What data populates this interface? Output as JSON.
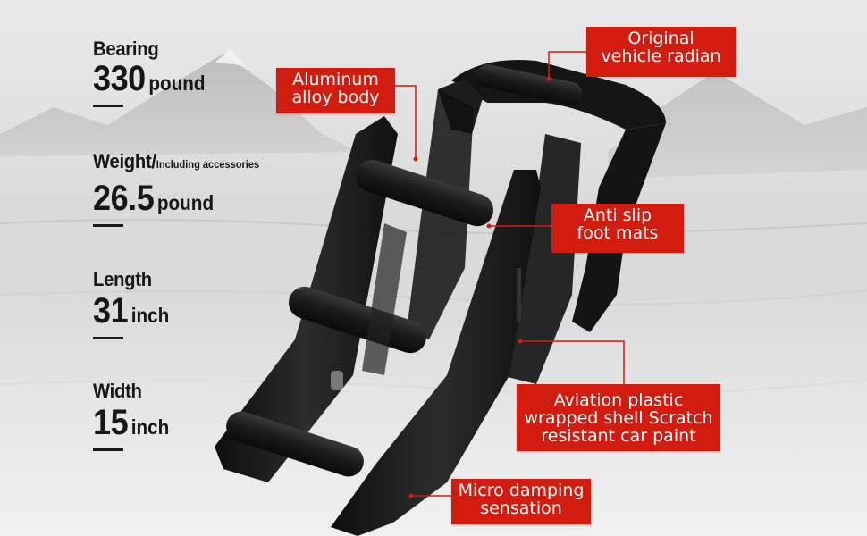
{
  "specs": [
    {
      "label": "Bearing",
      "label_small": "",
      "value": "330",
      "unit": "pound"
    },
    {
      "label": "Weight/",
      "label_small": "Including accessories",
      "value": "26.5",
      "unit": "pound"
    },
    {
      "label": "Length",
      "label_small": "",
      "value": "31",
      "unit": "inch"
    },
    {
      "label": "Width",
      "label_small": "",
      "value": "15",
      "unit": "inch"
    }
  ],
  "callouts": {
    "original": {
      "line1": "Original",
      "line2": "vehicle radian"
    },
    "aluminum": {
      "line1": "Aluminum",
      "line2": "alloy body"
    },
    "antislip": {
      "line1": "Anti slip",
      "line2": "foot mats"
    },
    "aviation": {
      "line1": "Aviation plastic",
      "line2": "wrapped shell Scratch",
      "line3": "resistant car paint"
    },
    "damping": {
      "line1": "Micro damping",
      "line2": "sensation"
    }
  },
  "colors": {
    "callout_red": "#d21c0f",
    "product_black": "#1b1b1b"
  }
}
